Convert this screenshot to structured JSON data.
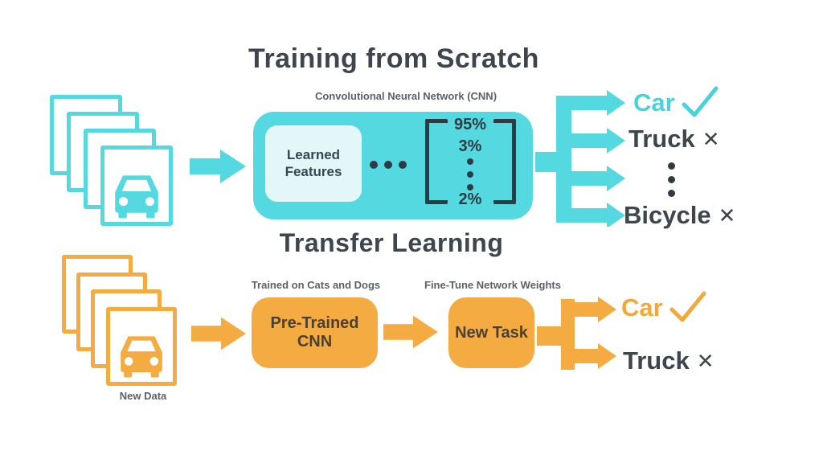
{
  "colors": {
    "teal": "#55D9E0",
    "teal_text": "#4AD2DA",
    "orange": "#F4AB42",
    "orange_text": "#F2A93B",
    "dark_text": "#3E454D",
    "gray_caption": "#5B6169",
    "inner_box_bg": "#E4F7F8",
    "bracket_dark": "#2E3B43"
  },
  "scratch": {
    "title": "Training from Scratch",
    "cnn_caption": "Convolutional Neural Network (CNN)",
    "learned_features": "Learned Features",
    "prob_top": "95%",
    "prob_second": "3%",
    "prob_bottom": "2%",
    "pred_car": "Car",
    "pred_truck": "Truck",
    "pred_bicycle": "Bicycle",
    "cross": "✕"
  },
  "transfer": {
    "title": "Transfer Learning",
    "pretrained_caption": "Trained on Cats and Dogs",
    "finetune_caption": "Fine-Tune Network Weights",
    "pretrained_box": "Pre-Trained CNN",
    "new_task_box": "New Task",
    "new_data_label": "New Data",
    "pred_car": "Car",
    "pred_truck": "Truck",
    "cross": "✕"
  }
}
